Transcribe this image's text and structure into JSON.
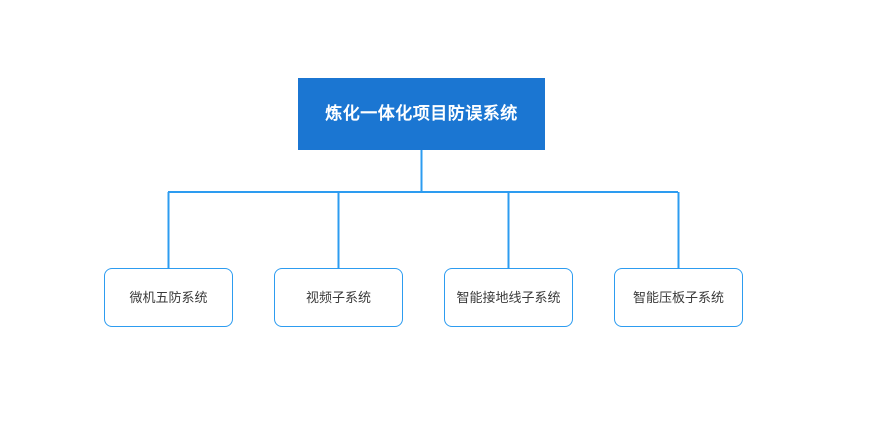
{
  "diagram": {
    "type": "organization-chart",
    "orientation": "top-down",
    "background_color": "#ffffff",
    "root": {
      "label": "炼化一体化项目防误系统",
      "fill_color": "#1b76d2",
      "text_color": "#ffffff"
    },
    "children": [
      {
        "label": "微机五防系统"
      },
      {
        "label": "视频子系统"
      },
      {
        "label": "智能接地线子系统"
      },
      {
        "label": "智能压板子系统"
      }
    ],
    "connector": {
      "color": "#2d9cf0",
      "stroke_width": 2
    },
    "child_style": {
      "fill_color": "#ffffff",
      "border_color": "#2d9cf0",
      "text_color": "#3a3a3a"
    }
  }
}
